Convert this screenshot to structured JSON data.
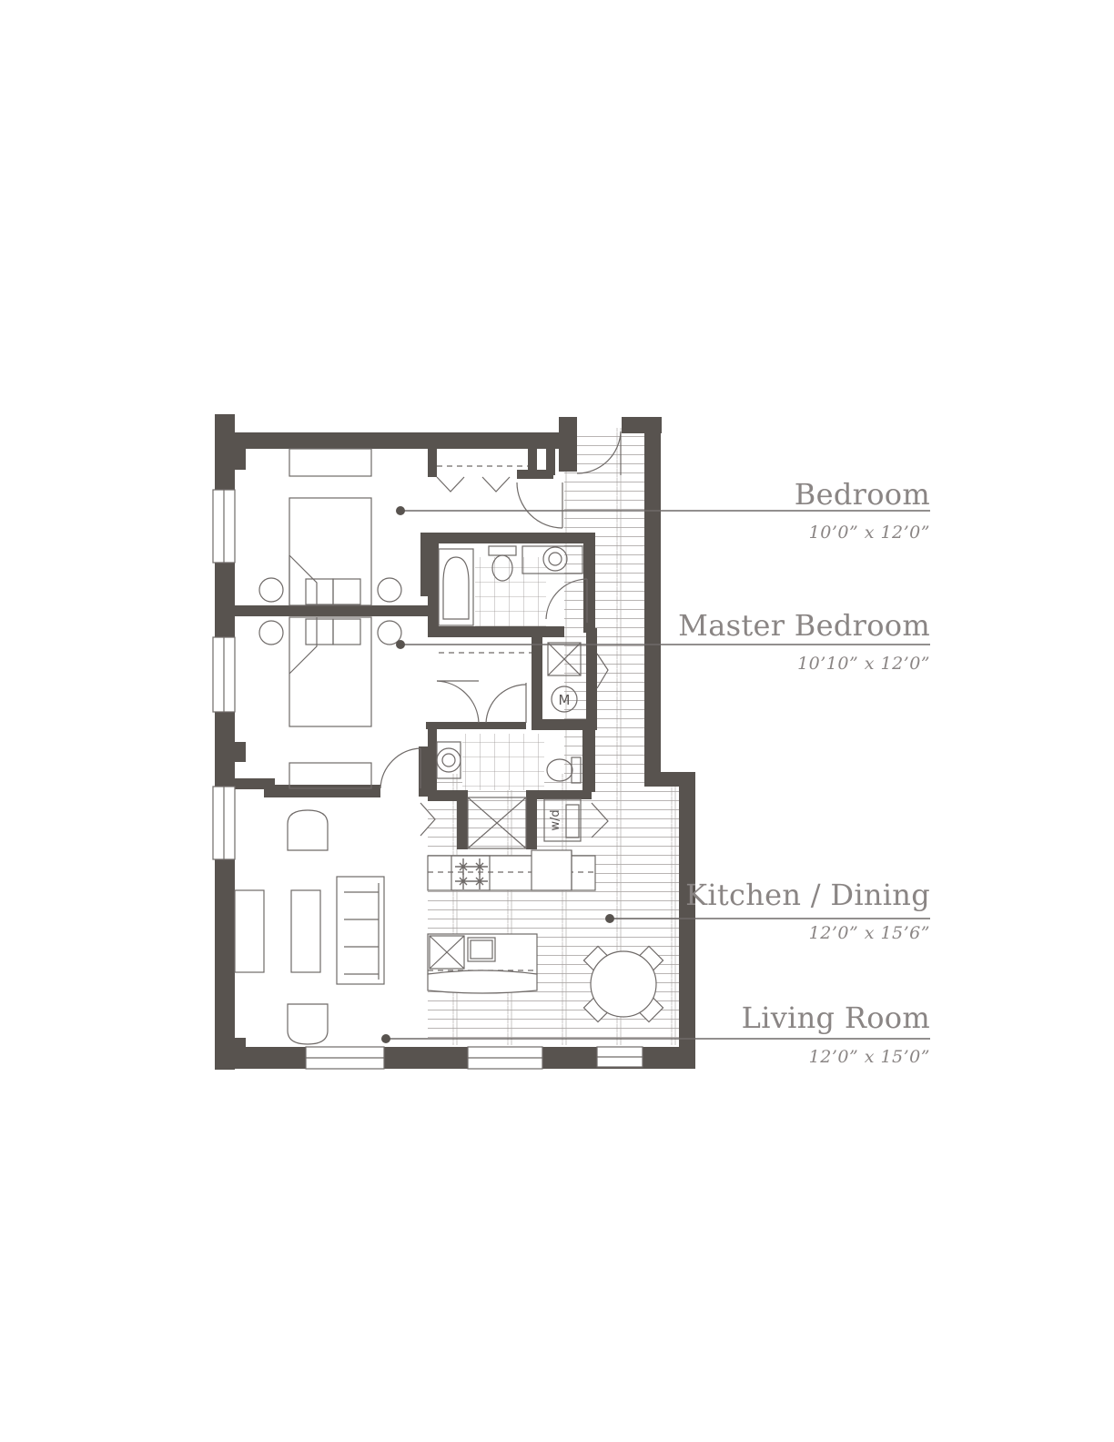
{
  "rooms": [
    {
      "name": "Bedroom",
      "dimensions": "10’0” x 12’0”"
    },
    {
      "name": "Master Bedroom",
      "dimensions": "10’10” x 12’0”"
    },
    {
      "name": "Kitchen / Dining",
      "dimensions": "12’0” x 15’6”"
    },
    {
      "name": "Living Room",
      "dimensions": "12’0” x 15’0”"
    }
  ],
  "fixtures": {
    "mechanical": "M",
    "washer_dryer": "w/d"
  },
  "colors": {
    "wall": "#58534f",
    "line": "#6f6a68",
    "label": "#8a8584",
    "floor_hatch": "#9a9593"
  }
}
